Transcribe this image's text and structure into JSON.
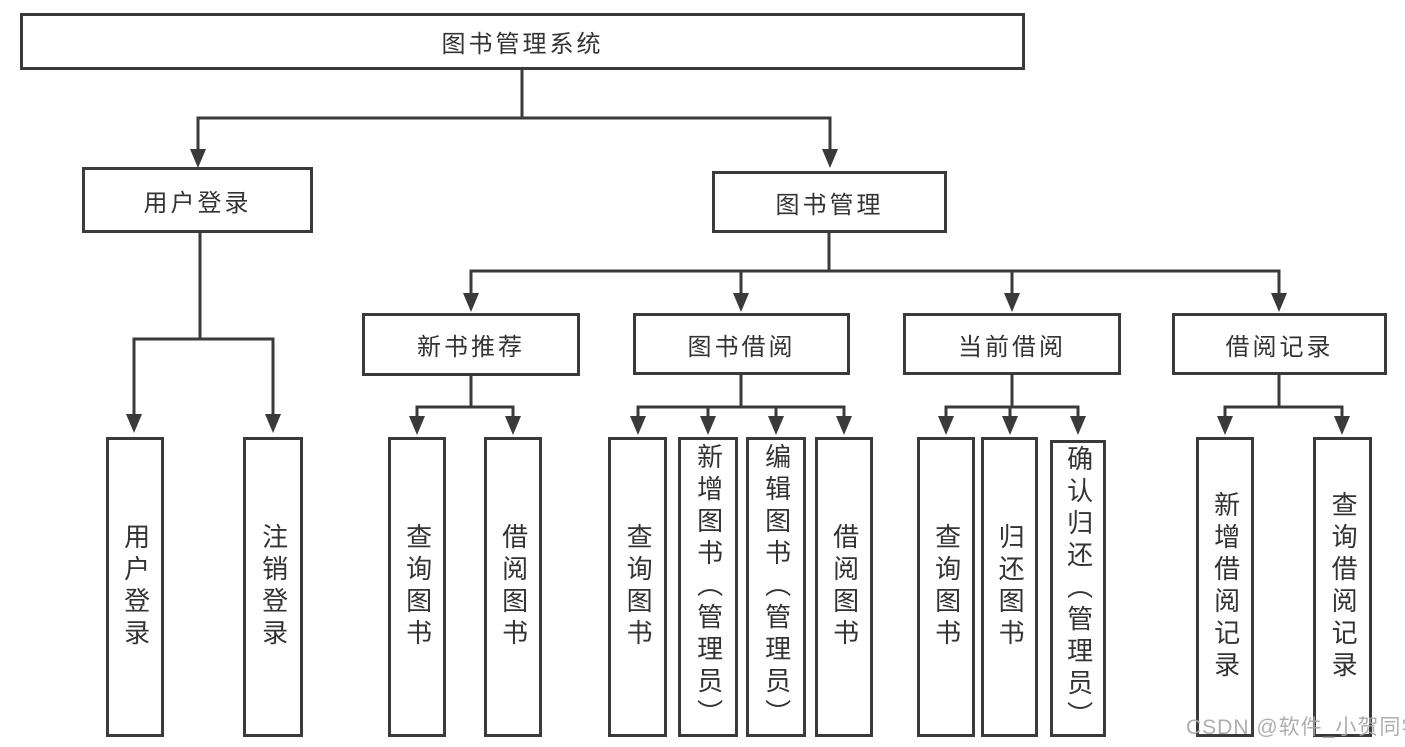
{
  "diagram": {
    "tree": {
      "label": "图书管理系统",
      "children": [
        {
          "label": "用户登录",
          "children": [
            {
              "label": "用户登录"
            },
            {
              "label": "注销登录"
            }
          ]
        },
        {
          "label": "图书管理",
          "children": [
            {
              "label": "新书推荐",
              "children": [
                {
                  "label": "查询图书"
                },
                {
                  "label": "借阅图书"
                }
              ]
            },
            {
              "label": "图书借阅",
              "children": [
                {
                  "label": "查询图书"
                },
                {
                  "label": "新增图书（管理员）"
                },
                {
                  "label": "编辑图书（管理员）"
                },
                {
                  "label": "借阅图书"
                }
              ]
            },
            {
              "label": "当前借阅",
              "children": [
                {
                  "label": "查询图书"
                },
                {
                  "label": "归还图书"
                },
                {
                  "label": "确认归还（管理员）"
                }
              ]
            },
            {
              "label": "借阅记录",
              "children": [
                {
                  "label": "新增借阅记录"
                },
                {
                  "label": "查询借阅记录"
                }
              ]
            }
          ]
        }
      ]
    }
  },
  "watermark": "CSDN @软件_小贺同学",
  "colors": {
    "line": "#3a3a3a",
    "text": "#333333",
    "watermark": "#a8a8a8",
    "background": "#ffffff"
  }
}
